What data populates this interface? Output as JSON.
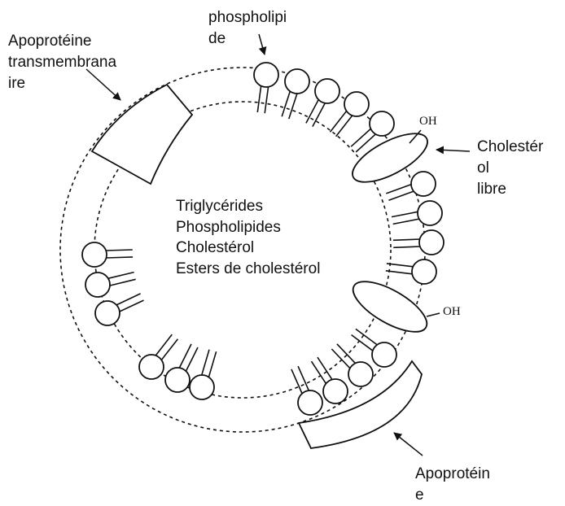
{
  "labels": {
    "phospholipide": [
      "phospholipi",
      "de"
    ],
    "apoproteine_trans": [
      "Apoprotéine",
      "transmembrana",
      "ire"
    ],
    "cholesterol_libre": [
      "Cholestér",
      "ol",
      "libre"
    ],
    "apoproteine": [
      "Apoprotéin",
      "e"
    ],
    "oh": "OH"
  },
  "core_contents": [
    "Triglycérides",
    "Phospholipides",
    "Cholestérol",
    "Esters de cholestérol"
  ]
}
